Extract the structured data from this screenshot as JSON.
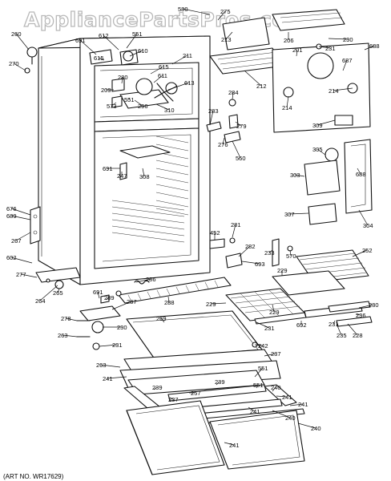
{
  "watermark": "AppliancePartsPros.com",
  "art_number": "(ART NO. WR17629)",
  "callouts": [
    "580",
    "275",
    "260",
    "691",
    "612",
    "551",
    "610",
    "213",
    "206",
    "201",
    "230",
    "231",
    "688",
    "270",
    "615",
    "211",
    "687",
    "280",
    "209",
    "615",
    "611",
    "613",
    "212",
    "573",
    "296",
    "551",
    "310",
    "284",
    "214",
    "214",
    "283",
    "279",
    "276",
    "560",
    "309",
    "305",
    "691",
    "247",
    "308",
    "303",
    "688",
    "676",
    "689",
    "452",
    "281",
    "307",
    "304",
    "267",
    "282",
    "233",
    "570",
    "252",
    "602",
    "693",
    "277",
    "229",
    "229",
    "264",
    "265",
    "691",
    "286",
    "289",
    "287",
    "288",
    "229",
    "230",
    "231",
    "692",
    "278",
    "230",
    "231",
    "236",
    "235",
    "228",
    "269",
    "263",
    "231",
    "242",
    "237",
    "263",
    "241",
    "551",
    "239",
    "237",
    "257",
    "239",
    "551",
    "240",
    "241",
    "241",
    "241",
    "240",
    "241",
    "240"
  ]
}
